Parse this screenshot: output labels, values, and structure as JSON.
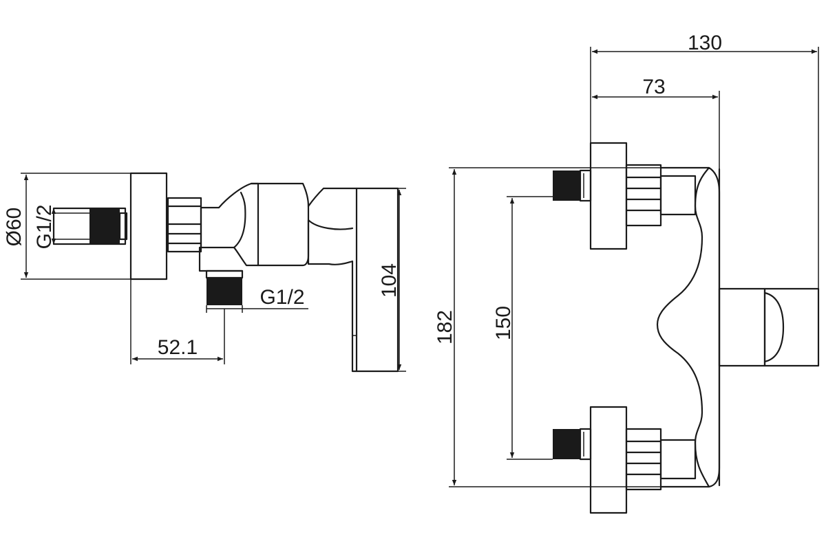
{
  "side_view": {
    "diameter_label": "Ø60",
    "inlet_thread_label": "G1/2",
    "outlet_thread_label": "G1/2",
    "depth_label": "52.1",
    "height_label": "104"
  },
  "front_view": {
    "overall_depth_label": "130",
    "eccentric_depth_label": "73",
    "overall_height_label": "182",
    "centers_label": "150"
  },
  "colors": {
    "line": "#1a1a1a",
    "background": "#ffffff"
  }
}
